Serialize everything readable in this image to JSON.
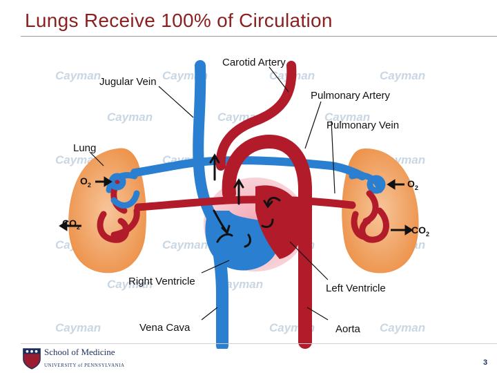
{
  "title": "Lungs Receive 100% of Circulation",
  "labels": {
    "carotid_artery": "Carotid Artery",
    "jugular_vein": "Jugular Vein",
    "pulmonary_artery": "Pulmonary Artery",
    "pulmonary_vein": "Pulmonary Vein",
    "lung": "Lung",
    "right_ventricle": "Right Ventricle",
    "left_ventricle": "Left Ventricle",
    "vena_cava": "Vena Cava",
    "aorta": "Aorta"
  },
  "gases": {
    "o2_left": {
      "base": "O",
      "sub": "2"
    },
    "co2_left": {
      "base": "CO",
      "sub": "2"
    },
    "o2_right": {
      "base": "O",
      "sub": "2"
    },
    "co2_right": {
      "base": "CO",
      "sub": "2"
    }
  },
  "watermark": "Cayman",
  "footer": {
    "school": "School of Medicine",
    "university": "UNIVERSITY of PENNSYLVANIA",
    "page_number": "3"
  },
  "colors": {
    "title": "#8b1f1f",
    "venous_blue": "#2a7fd1",
    "arterial_red": "#b21c2a",
    "lung_orange": "#f0a05a"
  }
}
